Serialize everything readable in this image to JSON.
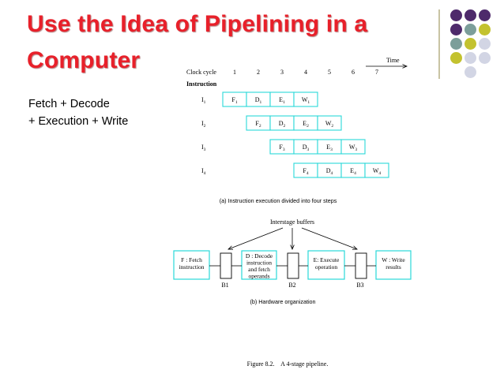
{
  "slide": {
    "title_line1": "Use the Idea of Pipelining in a",
    "title_line2": "Computer",
    "body_line1": "Fetch + Decode",
    "body_line2": "+ Execution + Write"
  },
  "decor": {
    "dot_rows": [
      [
        "#4e2a6b",
        "#4e2a6b",
        "#4e2a6b"
      ],
      [
        "#4e2a6b",
        "#7c9e9a",
        "#c3c22f"
      ],
      [
        "#7c9e9a",
        "#c3c22f",
        "#d2d5e4"
      ],
      [
        "#c3c22f",
        "#d2d5e4",
        "#d2d5e4"
      ],
      [
        "",
        "#d2d5e4",
        ""
      ]
    ]
  },
  "figure": {
    "time_label": "Time",
    "clock_cycle_label": "Clock cycle",
    "cycles": [
      "1",
      "2",
      "3",
      "4",
      "5",
      "6",
      "7"
    ],
    "instruction_label": "Instruction",
    "instructions": [
      {
        "label": "I1",
        "sub": "1",
        "stages": [
          "F1",
          "D1",
          "E1",
          "W1"
        ]
      },
      {
        "label": "I2",
        "sub": "2",
        "stages": [
          "F2",
          "D2",
          "E2",
          "W2"
        ]
      },
      {
        "label": "I3",
        "sub": "3",
        "stages": [
          "F3",
          "D3",
          "E3",
          "W3"
        ]
      },
      {
        "label": "I4",
        "sub": "4",
        "stages": [
          "F4",
          "D4",
          "E4",
          "W4"
        ]
      }
    ],
    "caption_a": "(a) Instruction execution divided into four steps",
    "interstage_label": "Interstage buffers",
    "stage_f": [
      "F : Fetch",
      "instruction"
    ],
    "stage_d": [
      "D : Decode",
      "instruction",
      "and fetch",
      "operands"
    ],
    "stage_e": [
      "E: Execute",
      "operation"
    ],
    "stage_w": [
      "W : Write",
      "results"
    ],
    "buffers": [
      "B1",
      "B2",
      "B3"
    ],
    "caption_b": "(b) Hardware organization",
    "figure_caption": "Figure 8.2.    A 4-stage pipeline."
  }
}
